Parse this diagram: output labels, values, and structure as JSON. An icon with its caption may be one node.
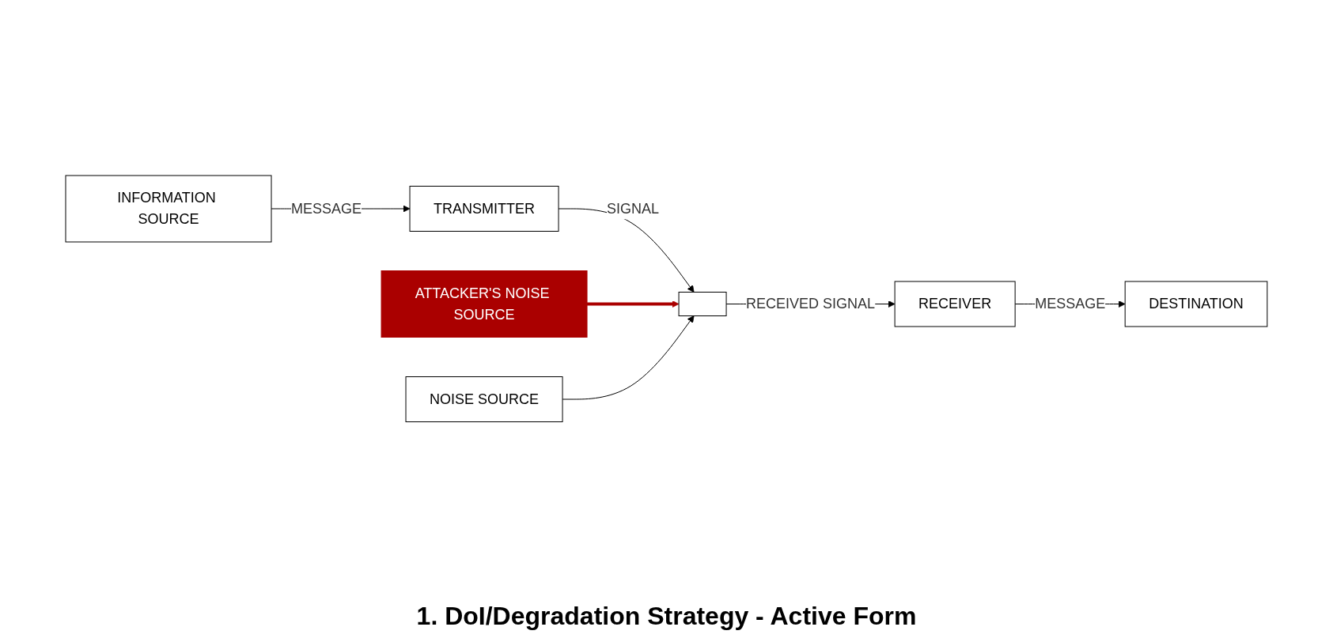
{
  "diagram": {
    "caption": "1. DoI/Degradation Strategy - Active Form",
    "nodes": [
      {
        "text": [
          "INFORMATION SOURCE"
        ]
      },
      {
        "text": [
          "TRANSMITTER"
        ]
      },
      {
        "text": [],
        "shape": "box"
      },
      {
        "text": [
          "RECEIVER"
        ]
      },
      {
        "text": [
          "DESTINATION"
        ]
      },
      {
        "text": [
          "ATTACKER'S NOISE SOURCE"
        ]
      },
      {
        "text": [
          "NOISE SOURCE"
        ]
      }
    ],
    "edges": [
      {
        "from": 0,
        "to": 1,
        "arrow": "to",
        "label": "MESSAGE"
      },
      {
        "from": 1,
        "to": 2,
        "arrow": "to",
        "label": "SIGNAL"
      },
      {
        "from": 2,
        "to": 3,
        "arrow": "to",
        "label": "RECEIVED SIGNAL"
      },
      {
        "from": 3,
        "to": 4,
        "arrow": "to",
        "label": "MESSAGE"
      },
      {
        "from": 5,
        "to": 2,
        "arrow": "to",
        "style": "thick",
        "color": "#aa0000"
      },
      {
        "from": 6,
        "to": 2,
        "arrow": "to"
      }
    ]
  }
}
